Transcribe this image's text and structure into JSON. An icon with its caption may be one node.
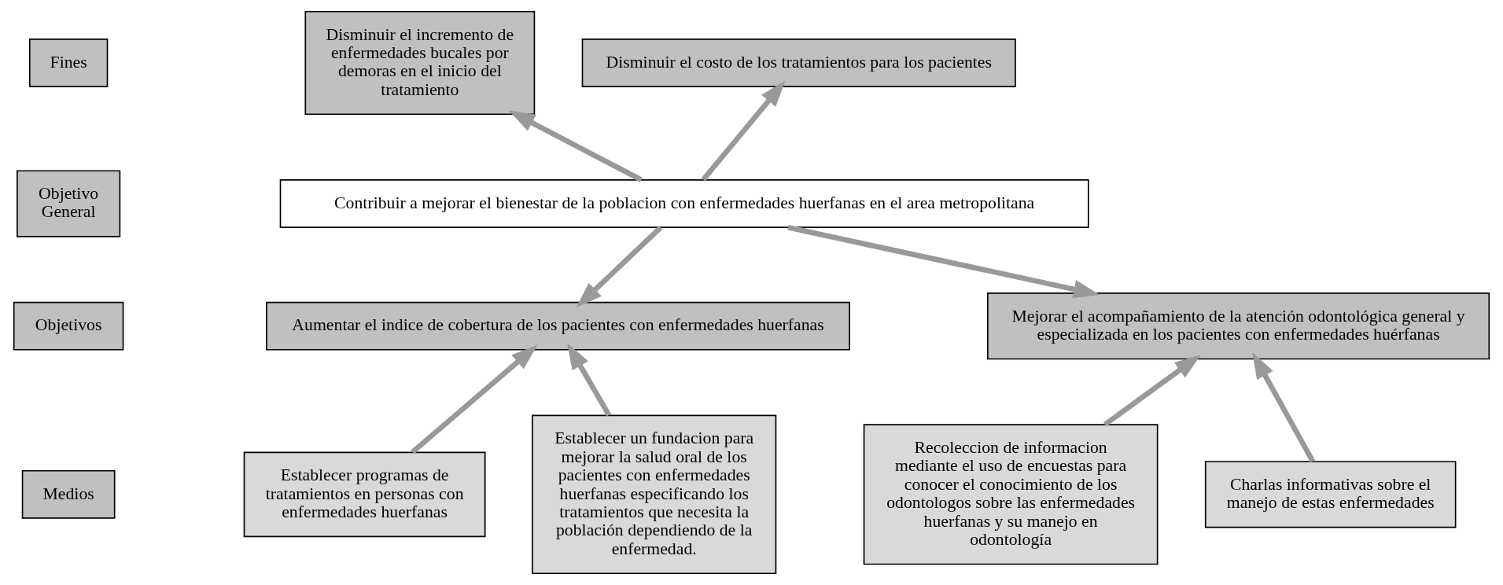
{
  "diagram": {
    "nodes": [
      {
        "text": [
          "Fines"
        ]
      },
      {
        "text": [
          "Objetivo General"
        ]
      },
      {
        "text": [
          "Objetivos"
        ]
      },
      {
        "text": [
          "Medios"
        ]
      },
      {
        "text": [
          "Disminuir el incremento de enfermedades bucales por demoras en el inicio del tratamiento"
        ]
      },
      {
        "text": [
          "Disminuir el costo de los tratamientos para los pacientes"
        ]
      },
      {
        "text": [
          "Contribuir a mejorar el bienestar de la poblacion con enfermedades huerfanas en el area metropolitana"
        ]
      },
      {
        "text": [
          "Aumentar el indice de cobertura de los pacientes con enfermedades huerfanas"
        ]
      },
      {
        "text": [
          "Mejorar el acompañamiento de la atención odontológica general y especializada en los pacientes con enfermedades huérfanas"
        ]
      },
      {
        "text": [
          "Establecer programas de tratamientos en personas con enfermedades huerfanas"
        ]
      },
      {
        "text": [
          "Establecer un fundacion para mejorar la salud oral de los pacientes con enfermedades huerfanas especificando los tratamientos que necesita la población dependiendo de la enfermedad."
        ]
      },
      {
        "text": [
          "Recoleccion de informacion mediante el uso de encuestas para conocer el conocimiento de los odontologos sobre las enfermedades huerfanas y su manejo en odontología"
        ]
      },
      {
        "text": [
          "Charlas informativas sobre el manejo de estas enfermedades"
        ]
      }
    ],
    "edges": [
      {
        "from": 6,
        "to": 4,
        "arrow": "to"
      },
      {
        "from": 6,
        "to": 5,
        "arrow": "to"
      },
      {
        "from": 6,
        "to": 7,
        "arrow": "to"
      },
      {
        "from": 6,
        "to": 8,
        "arrow": "to"
      },
      {
        "from": 9,
        "to": 7,
        "arrow": "to"
      },
      {
        "from": 10,
        "to": 7,
        "arrow": "to"
      },
      {
        "from": 11,
        "to": 8,
        "arrow": "to"
      },
      {
        "from": 12,
        "to": 8,
        "arrow": "to"
      }
    ]
  }
}
